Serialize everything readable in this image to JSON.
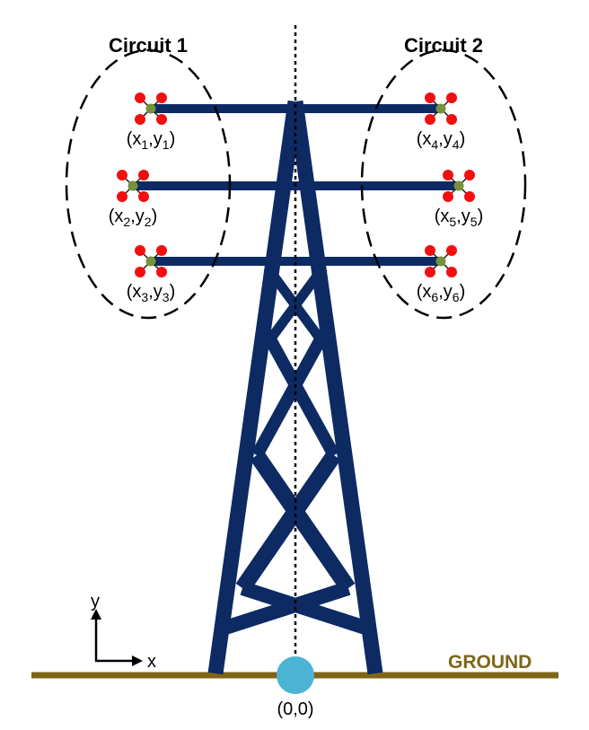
{
  "circuits": [
    {
      "title": "Circuit 1"
    },
    {
      "title": "Circuit 2"
    }
  ],
  "conductors": [
    {
      "var": "x",
      "idx": "1",
      "var2": "y",
      "idx2": "1"
    },
    {
      "var": "x",
      "idx": "2",
      "var2": "y",
      "idx2": "2"
    },
    {
      "var": "x",
      "idx": "3",
      "var2": "y",
      "idx2": "3"
    },
    {
      "var": "x",
      "idx": "4",
      "var2": "y",
      "idx2": "4"
    },
    {
      "var": "x",
      "idx": "5",
      "var2": "y",
      "idx2": "5"
    },
    {
      "var": "x",
      "idx": "6",
      "var2": "y",
      "idx2": "6"
    }
  ],
  "ground": {
    "label": "GROUND"
  },
  "origin": {
    "label": "(0,0)"
  },
  "axes": {
    "x_label": "x",
    "y_label": "y"
  },
  "colors": {
    "tower": "#0d2a63",
    "ground": "#7f6516",
    "origin": "#4bb3d3",
    "subconductor": "#f20f0f",
    "bundle_center": "#76923c"
  }
}
